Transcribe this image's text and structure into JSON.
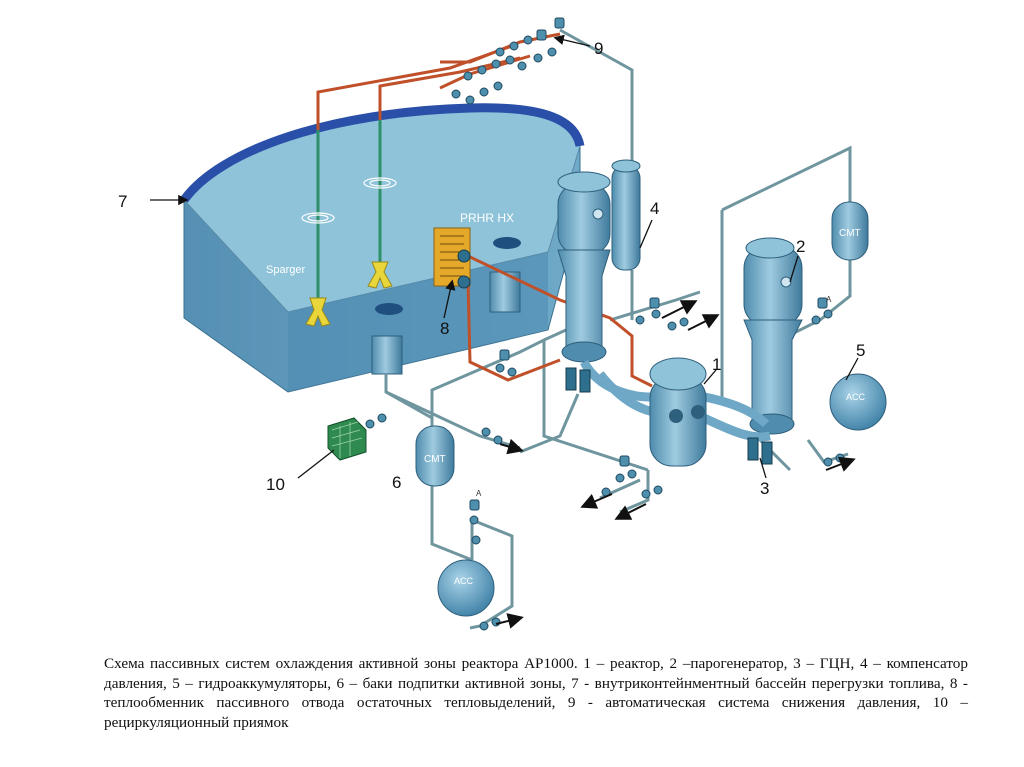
{
  "diagram": {
    "callouts": {
      "reactor": "1",
      "steam_generator": "2",
      "pump": "3",
      "pressurizer": "4",
      "accumulator": "5",
      "cmt": "6",
      "pool": "7",
      "hx": "8",
      "adsv": "9",
      "sump": "10"
    },
    "labels": {
      "prhr": "PRHR HX",
      "sparger": "Sparger",
      "cmt": "CMT",
      "acc": "ACC",
      "valve": "A"
    },
    "colors": {
      "pool_side": "#5f9fbf",
      "pool_top": "#8ec3d9",
      "pool_rim": "#2a4fa8",
      "vessel": "#6fa8c7",
      "pipe_cold": "#6f959f",
      "pipe_hot": "#c0502a",
      "pipe_green": "#2f8f6a",
      "hx_yellow": "#e5a92a",
      "sump_green": "#2e8a4e"
    }
  },
  "caption": "Схема пассивных систем охлаждения активной зоны реактора АР1000. 1 – реактор, 2 –парогенератор, 3 – ГЦН, 4 – компенсатор давления, 5 – гидроаккумуляторы, 6 – баки подпитки активной зоны, 7 - внутриконтейнментный бассейн перегрузки топлива, 8 - теплообменник пассивного отвода остаточных тепловыделений, 9 - автоматическая система снижения давления, 10 – рециркуляционный приямок"
}
